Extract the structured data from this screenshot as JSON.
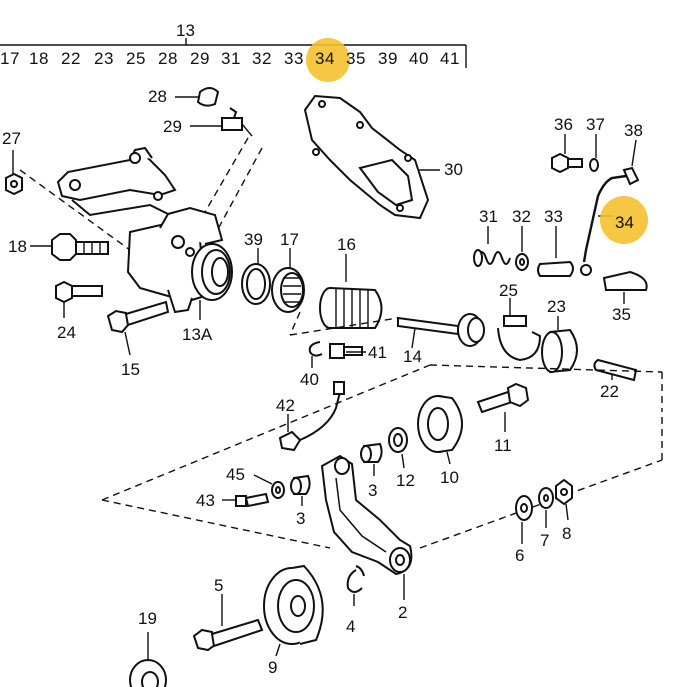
{
  "header": {
    "group": "13",
    "row": [
      "17",
      "18",
      "22",
      "23",
      "25",
      "28",
      "29",
      "31",
      "32",
      "33",
      "34",
      "35",
      "39",
      "40",
      "41"
    ],
    "highlighted": "34"
  },
  "labels": {
    "l27": "27",
    "l28": "28",
    "l29": "29",
    "l30": "30",
    "l18": "18",
    "l24": "24",
    "l15": "15",
    "l13a": "13A",
    "l39": "39",
    "l17": "17",
    "l16": "16",
    "l36": "36",
    "l37": "37",
    "l38": "38",
    "l34": "34",
    "l31": "31",
    "l32": "32",
    "l33": "33",
    "l35": "35",
    "l25": "25",
    "l23": "23",
    "l14": "14",
    "l41": "41",
    "l40": "40",
    "l22": "22",
    "l42": "42",
    "l11": "11",
    "l10": "10",
    "l12": "12",
    "l3a": "3",
    "l3b": "3",
    "l45": "45",
    "l43": "43",
    "l6": "6",
    "l7": "7",
    "l8": "8",
    "l2": "2",
    "l5": "5",
    "l9": "9",
    "l4": "4",
    "l19": "19"
  },
  "colors": {
    "highlight": "#f5c12e",
    "ink": "#111111"
  }
}
